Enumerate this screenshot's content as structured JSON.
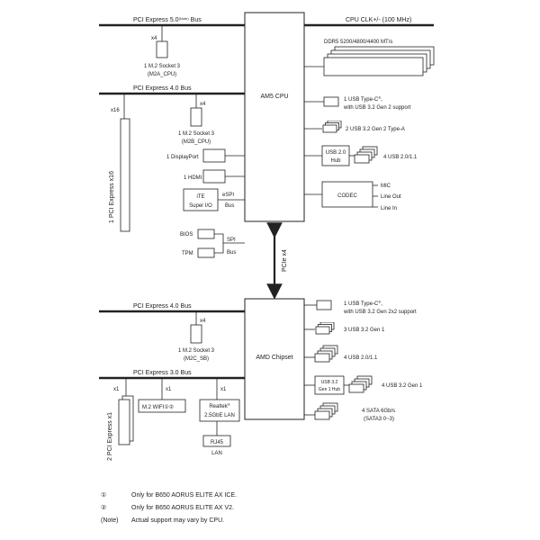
{
  "cpu": {
    "label": "AM5 CPU",
    "pcie5_bus": "PCI Express 5.0",
    "pcie5_note": "(Note)",
    "pcie5_bus_suffix": "Bus",
    "pcie5_lanes": "x4",
    "m2a_line1": "1 M.2 Socket 3",
    "m2a_line2": "(M2A_CPU)",
    "pcie4_bus": "PCI Express 4.0 Bus",
    "x16_slot_lanes": "x16",
    "x16_slot_label": "1 PCI Express x16",
    "m2b_lanes": "x4",
    "m2b_line1": "1 M.2 Socket 3",
    "m2b_line2": "(M2B_CPU)",
    "clock": "CPU CLK+/- (100 MHz)",
    "ddr5": "DDR5 5200/4800/4400 MT/s",
    "usb_typec_line1": "1 USB Type-C",
    "usb_typec_line2": "with USB 3.2 Gen 2 support",
    "usb32_gen2_typea": "2 USB 3.2 Gen 2 Type-A",
    "usb20_hub": "USB 2.0",
    "usb20_hub_line2": "Hub",
    "usb20_ports": "4 USB 2.0/1.1",
    "codec": "CODEC",
    "audio_mic": "MIC",
    "audio_line_out": "Line Out",
    "audio_line_in": "Line In",
    "displayport": "1 DisplayPort",
    "hdmi": "1 HDMI",
    "ite_line1": "iTE",
    "ite_line2": "Super I/O",
    "espi": "eSPI",
    "espi_bus": "Bus",
    "bios": "BIOS",
    "tpm": "TPM",
    "spi": "SPI",
    "spi_bus": "Bus"
  },
  "link": {
    "label": "PCIe x4"
  },
  "chipset": {
    "label": "AMD Chipset",
    "pcie4_bus": "PCI Express 4.0 Bus",
    "m2c_lanes": "x4",
    "m2c_line1": "1 M.2 Socket 3",
    "m2c_line2": "(M2C_SB)",
    "pcie3_bus": "PCI Express 3.0 Bus",
    "x1_a": "x1",
    "x1_b": "x1",
    "x1_c": "x1",
    "pcie_x1_slots": "2 PCI Express x1",
    "wifi": "M.2 WIFI",
    "wifi_marks": "①②",
    "lan_line1": "Realtek",
    "lan_line2": "2.5GbE LAN",
    "rj45": "RJ45",
    "lan": "LAN",
    "usb_typec_line1": "1 USB Type-C",
    "usb_typec_line2": "with USB 3.2 Gen 2x2 support",
    "usb32_gen1": "3 USB 3.2 Gen 1",
    "usb20_ports": "4 USB 2.0/1.1",
    "usb32_hub_line1": "USB 3.2",
    "usb32_hub_line2": "Gen 1 Hub",
    "usb32_gen1_hub_ports": "4 USB 3.2 Gen 1",
    "sata_line1": "4 SATA 6Gb/s",
    "sata_line2": "(SATA3 0~3)"
  },
  "notes": [
    {
      "mark": "①",
      "text": "Only for B650 AORUS ELITE AX ICE."
    },
    {
      "mark": "②",
      "text": "Only for B650 AORUS ELITE AX V2."
    },
    {
      "mark": "(Note)",
      "text": "Actual support may vary by CPU."
    }
  ]
}
